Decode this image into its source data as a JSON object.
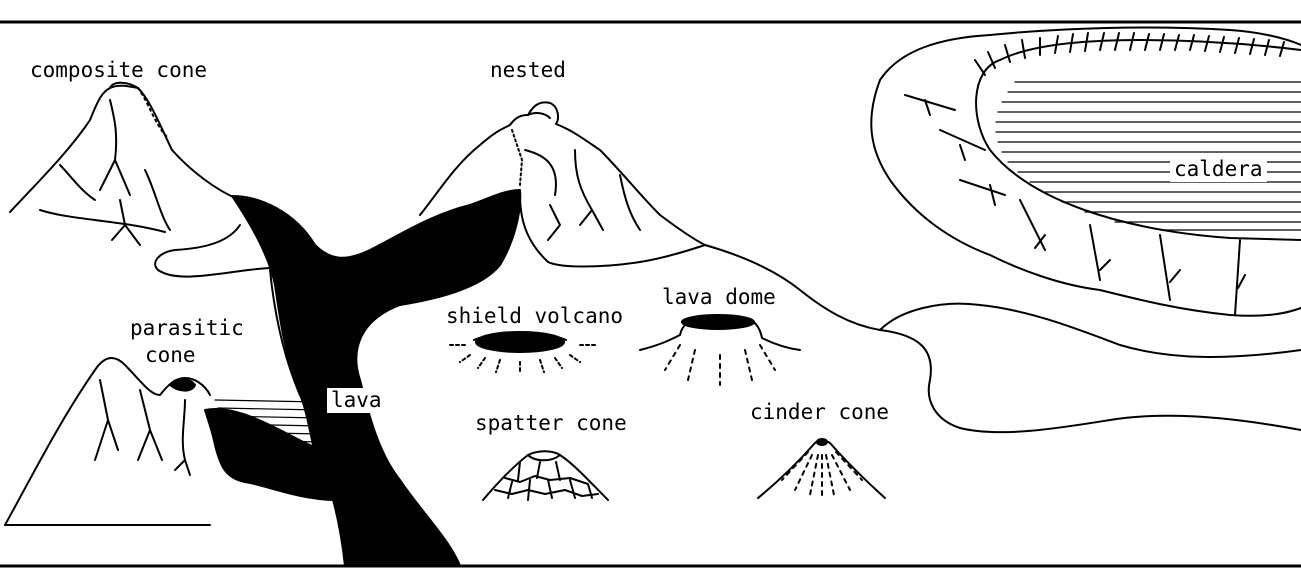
{
  "labels": {
    "composite_cone": "composite cone",
    "nested": "nested",
    "caldera": "caldera",
    "parasitic_cone_line1": "parasitic",
    "parasitic_cone_line2": "cone",
    "lava": "lava",
    "shield_volcano": "shield volcano",
    "lava_dome": "lava dome",
    "spatter_cone": "spatter cone",
    "cinder_cone": "cinder cone"
  },
  "colors": {
    "ink": "#000000",
    "paper": "#ffffff"
  }
}
